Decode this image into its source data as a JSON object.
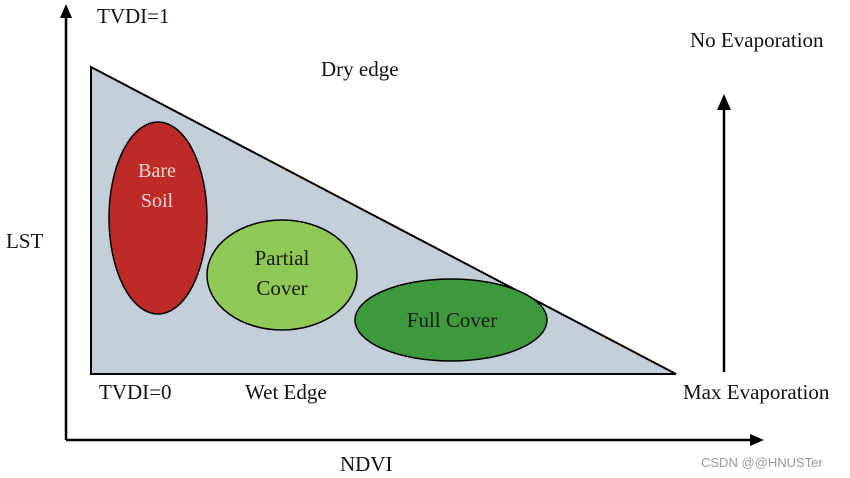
{
  "labels": {
    "tvdi_top": "TVDI=1",
    "tvdi_bottom": "TVDI=0",
    "dry_edge": "Dry edge",
    "wet_edge": "Wet Edge",
    "y_axis": "LST",
    "x_axis": "NDVI",
    "no_evaporation": "No Evaporation",
    "max_evaporation": "Max Evaporation"
  },
  "regions": {
    "bare_soil": {
      "line1": "Bare",
      "line2": "Soil"
    },
    "partial_cover": {
      "line1": "Partial",
      "line2": "Cover"
    },
    "full_cover": {
      "line1": "Full Cover"
    }
  },
  "watermark": "CSDN @@HNUSTer",
  "colors": {
    "triangle_fill": "#c3cfd8",
    "bare_soil": "#bd2a27",
    "partial_cover": "#8fc955",
    "full_cover": "#3c9a3c",
    "bare_soil_text": "#f0d6d2",
    "region_text": "#1a1a1a"
  }
}
